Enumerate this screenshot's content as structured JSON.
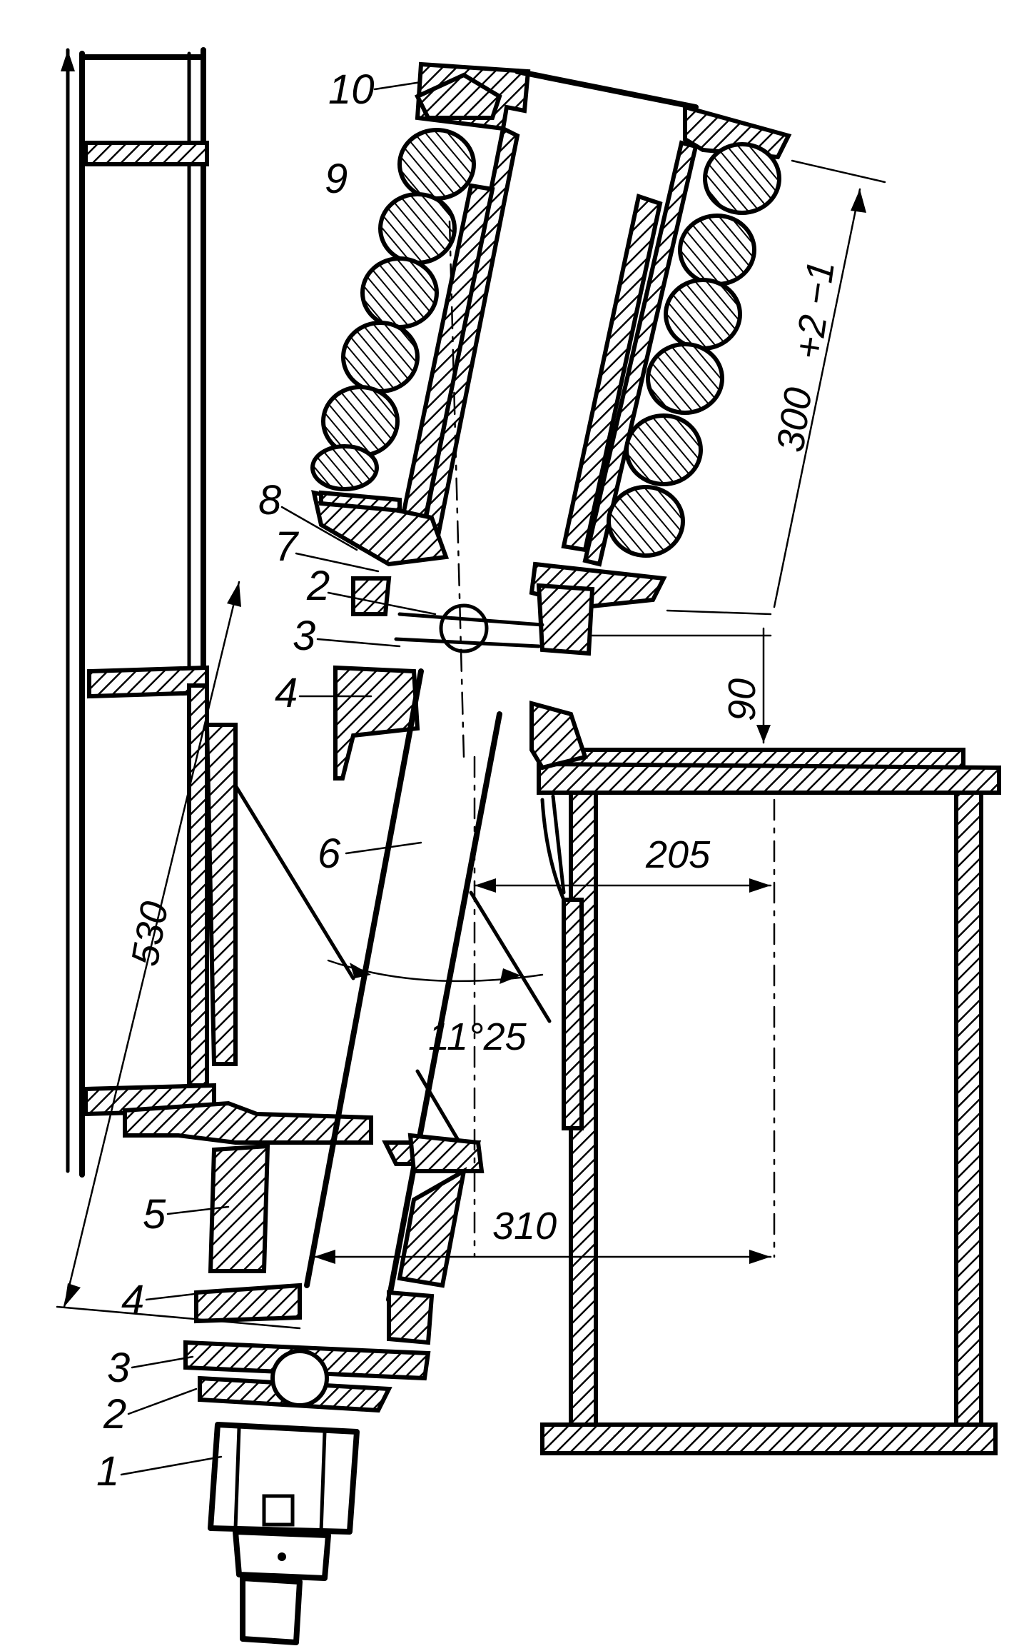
{
  "part_labels": {
    "p10": "10",
    "p9": "9",
    "p8": "8",
    "p7": "7",
    "p2_top": "2",
    "p3_top": "3",
    "p4_top": "4",
    "p6": "6",
    "p5": "5",
    "p4_bottom": "4",
    "p3_bottom": "3",
    "p2_bottom": "2",
    "p1": "1"
  },
  "dimensions": {
    "spring_length": "300",
    "spring_tolerance": "+2\n−1",
    "joint_offset": "90",
    "top_offset": "205",
    "bottom_offset": "310",
    "shaft_length": "530",
    "tilt_angle": "11°25"
  },
  "colors": {
    "ink": "#000000",
    "paper": "#ffffff"
  }
}
